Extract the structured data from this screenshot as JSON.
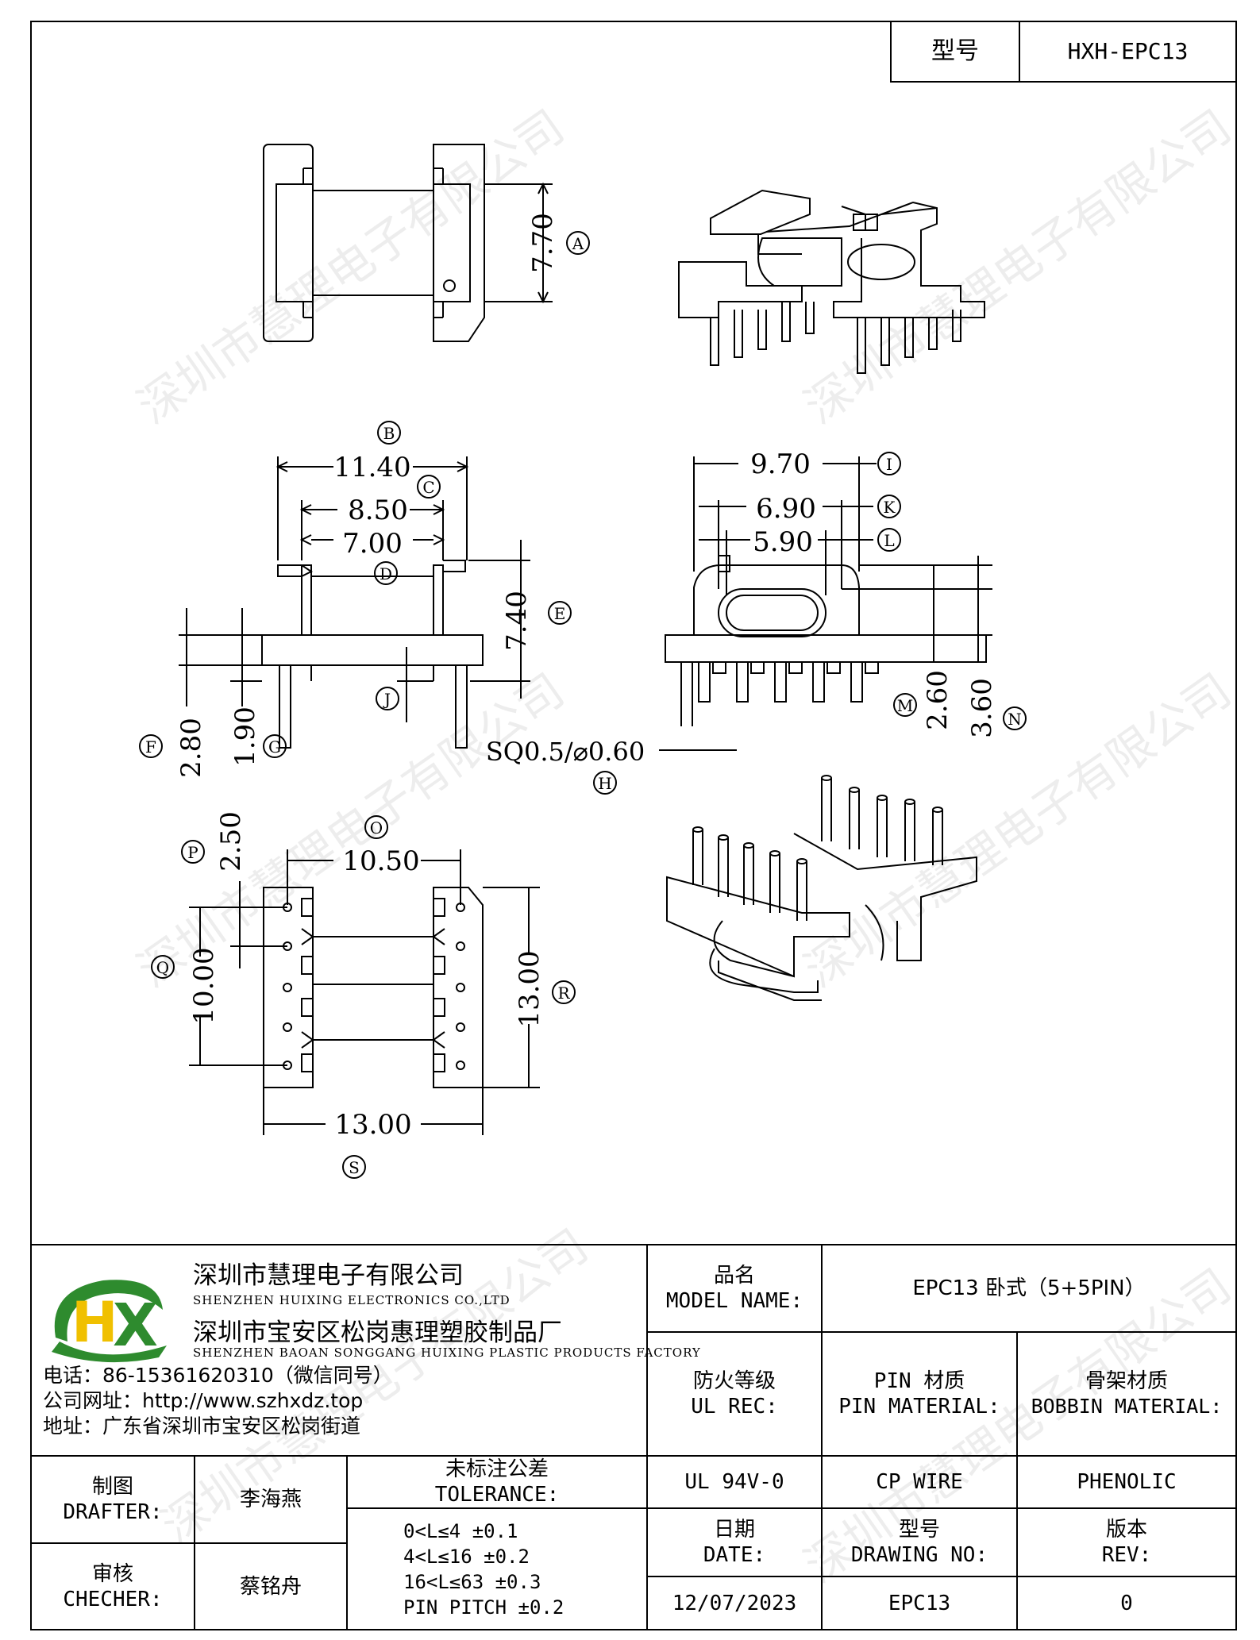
{
  "header": {
    "model_label": "型号",
    "model_value": "HXH-EPC13"
  },
  "dimensions": {
    "A": {
      "label": "A",
      "value": "7.70"
    },
    "B": {
      "label": "B",
      "value": "11.40"
    },
    "C": {
      "label": "C",
      "value": "8.50"
    },
    "D": {
      "label": "D",
      "value": "7.00"
    },
    "E": {
      "label": "E",
      "value": "7.40"
    },
    "F": {
      "label": "F",
      "value": "2.80"
    },
    "G": {
      "label": "G",
      "value": "1.90"
    },
    "H": {
      "label": "H",
      "value": "SQ0.5/⌀0.60"
    },
    "I": {
      "label": "I",
      "value": "9.70"
    },
    "J": {
      "label": "J"
    },
    "K": {
      "label": "K",
      "value": "6.90"
    },
    "L": {
      "label": "L",
      "value": "5.90"
    },
    "M": {
      "label": "M",
      "value": "2.60"
    },
    "N": {
      "label": "N",
      "value": "3.60"
    },
    "O": {
      "label": "O",
      "value": "10.50"
    },
    "P": {
      "label": "P",
      "value": "2.50"
    },
    "Q": {
      "label": "Q",
      "value": "10.00"
    },
    "R": {
      "label": "R",
      "value": "13.00"
    },
    "S": {
      "label": "S",
      "value": "13.00"
    }
  },
  "watermark": "深圳市慧理电子有限公司",
  "company": {
    "name_cn": "深圳市慧理电子有限公司",
    "name_en": "SHENZHEN HUIXING ELECTRONICS CO.,LTD",
    "factory_cn": "深圳市宝安区松岗惠理塑胶制品厂",
    "factory_en": "SHENZHEN BAOAN SONGGANG HUIXING PLASTIC PRODUCTS FACTORY",
    "phone": "电话：86-15361620310（微信同号）",
    "website": "公司网址：http://www.szhxdz.top",
    "address": "地址：广东省深圳市宝安区松岗街道",
    "logo_text": "HX",
    "colors": {
      "logo_green": "#2e8b2e",
      "logo_yellow": "#f0c000"
    }
  },
  "title_block": {
    "model_name_cn": "品名",
    "model_name_en": "MODEL NAME:",
    "model_name_value": "EPC13 卧式（5+5PIN）",
    "ul_rec_cn": "防火等级",
    "ul_rec_en": "UL REC:",
    "pin_material_cn": "PIN 材质",
    "pin_material_en": "PIN MATERIAL:",
    "bobbin_material_cn": "骨架材质",
    "bobbin_material_en": "BOBBIN MATERIAL:",
    "ul_value": "UL 94V-0",
    "pin_value": "CP WIRE",
    "bobbin_value": "PHENOLIC",
    "drafter_cn": "制图",
    "drafter_en": "DRAFTER:",
    "drafter_value": "李海燕",
    "checker_cn": "审核",
    "checker_en": "CHECHER:",
    "checker_value": "蔡铭舟",
    "tolerance_cn": "未标注公差",
    "tolerance_en": "TOLERANCE:",
    "tolerance_rows": [
      "0<L≤4  ±0.1",
      "4<L≤16 ±0.2",
      "16<L≤63 ±0.3",
      "PIN PITCH ±0.2"
    ],
    "date_cn": "日期",
    "date_en": "DATE:",
    "date_value": "12/07/2023",
    "drawing_no_cn": "型号",
    "drawing_no_en": "DRAWING NO:",
    "drawing_no_value": "EPC13",
    "rev_cn": "版本",
    "rev_en": "REV:",
    "rev_value": "0"
  }
}
